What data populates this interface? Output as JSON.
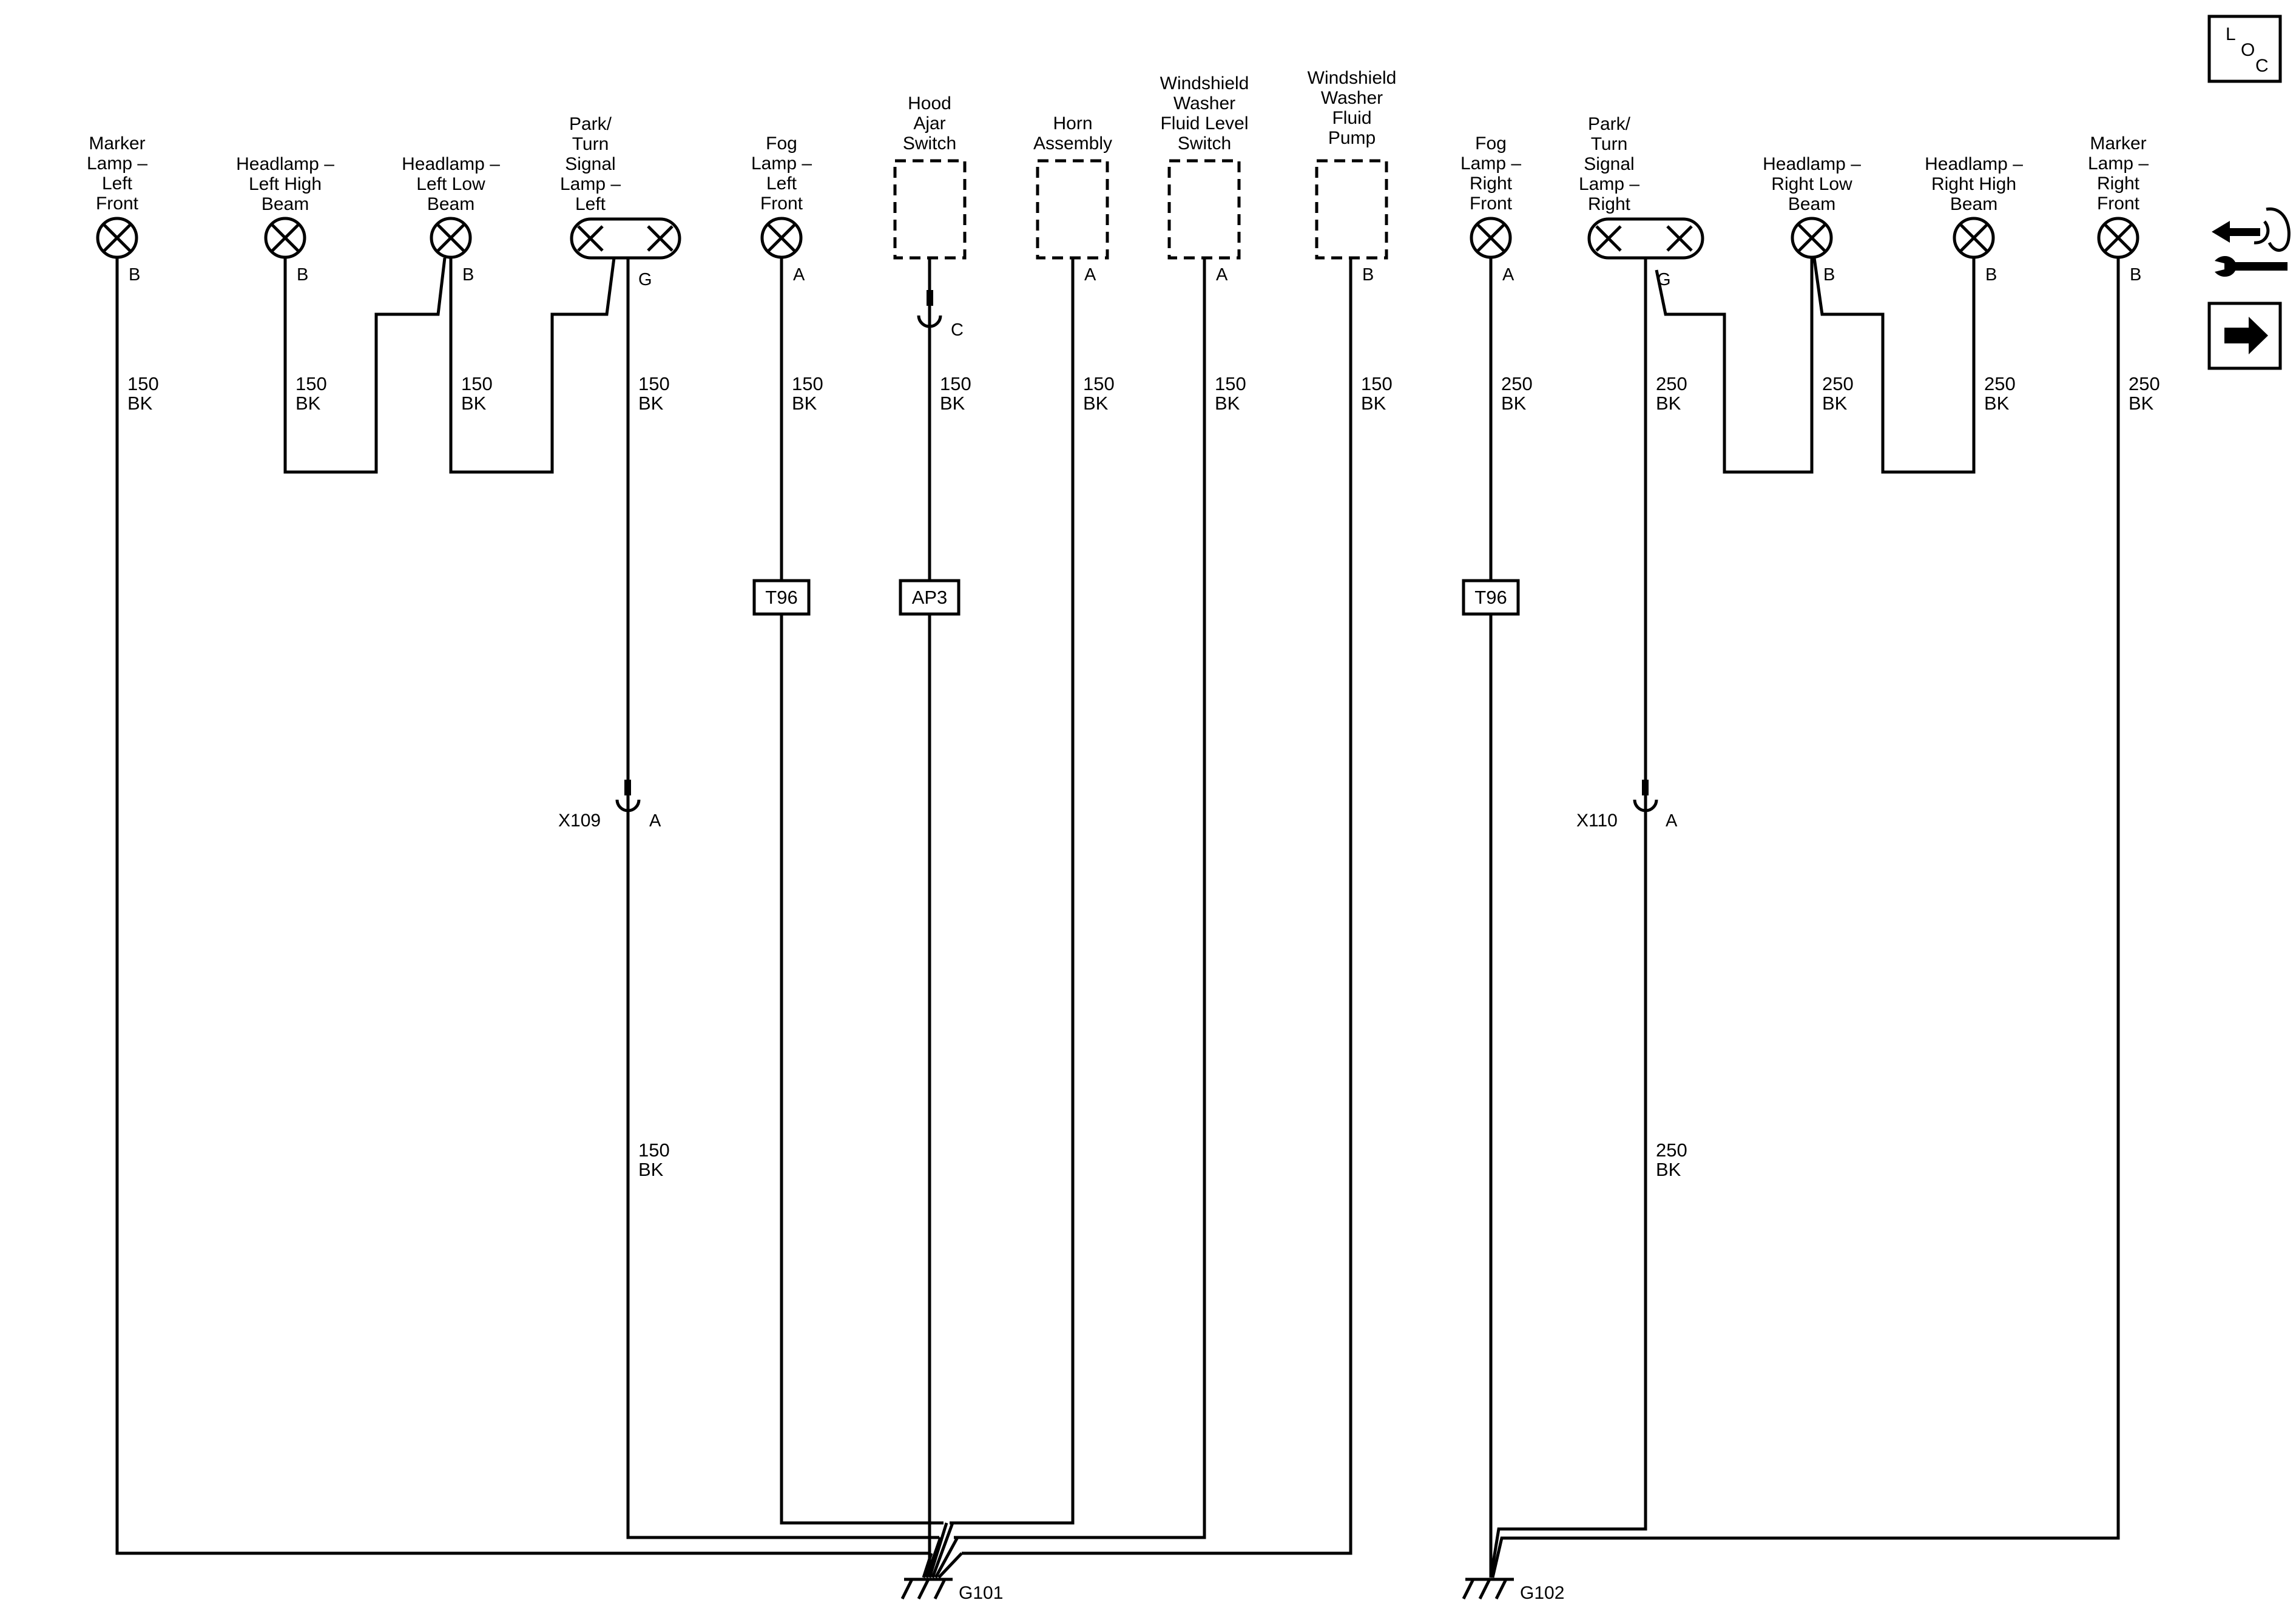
{
  "components": {
    "marker_left": [
      "Marker",
      "Lamp –",
      "Left",
      "Front"
    ],
    "headlamp_left_high": [
      "Headlamp –",
      "Left High",
      "Beam"
    ],
    "headlamp_left_low": [
      "Headlamp –",
      "Left Low",
      "Beam"
    ],
    "park_turn_left": [
      "Park/",
      "Turn",
      "Signal",
      "Lamp –",
      "Left"
    ],
    "fog_left": [
      "Fog",
      "Lamp –",
      "Left",
      "Front"
    ],
    "hood_ajar": [
      "Hood",
      "Ajar",
      "Switch"
    ],
    "horn": [
      "Horn",
      "Assembly"
    ],
    "washer_level": [
      "Windshield",
      "Washer",
      "Fluid Level",
      "Switch"
    ],
    "washer_pump": [
      "Windshield",
      "Washer",
      "Fluid",
      "Pump"
    ],
    "fog_right": [
      "Fog",
      "Lamp –",
      "Right",
      "Front"
    ],
    "park_turn_right": [
      "Park/",
      "Turn",
      "Signal",
      "Lamp –",
      "Right"
    ],
    "headlamp_right_low": [
      "Headlamp –",
      "Right Low",
      "Beam"
    ],
    "headlamp_right_high": [
      "Headlamp –",
      "Right High",
      "Beam"
    ],
    "marker_right": [
      "Marker",
      "Lamp –",
      "Right",
      "Front"
    ]
  },
  "pins": {
    "marker_left": "B",
    "headlamp_left_high": "B",
    "headlamp_left_low": "B",
    "park_turn_left": "G",
    "fog_left": "A",
    "hood_ajar": "C",
    "horn": "A",
    "washer_level": "A",
    "washer_pump": "B",
    "fog_right": "A",
    "park_turn_right": "G",
    "headlamp_right_low": "B",
    "headlamp_right_high": "B",
    "marker_right": "B"
  },
  "wires": {
    "circuit_150": "150",
    "circuit_250": "250",
    "color_bk": "BK"
  },
  "options": {
    "t96": "T96",
    "ap3": "AP3"
  },
  "connectors": {
    "x109": "X109",
    "x110": "X110",
    "pin_a": "A"
  },
  "grounds": {
    "g101": "G101",
    "g102": "G102"
  },
  "icons": {
    "loc": [
      "L",
      "O",
      "C"
    ],
    "side_icon": "connector-tool-icon",
    "next_icon": "arrow-right-icon"
  }
}
